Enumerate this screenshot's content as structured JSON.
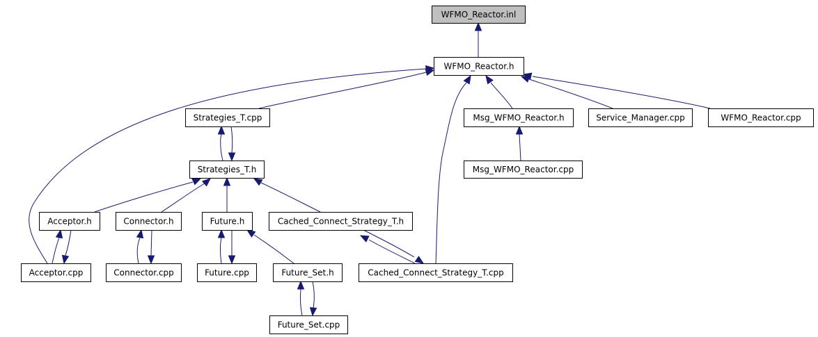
{
  "diagram": {
    "title": "WFMO_Reactor.inl include dependency graph",
    "colors": {
      "edge": "#191970",
      "root_fill": "#bfbfbf",
      "node_fill": "#ffffff",
      "node_border": "#000000"
    },
    "nodes": [
      {
        "id": "wfmo_inl",
        "label": "WFMO_Reactor.inl",
        "root": true
      },
      {
        "id": "wfmo_h",
        "label": "WFMO_Reactor.h"
      },
      {
        "id": "strat_cpp",
        "label": "Strategies_T.cpp"
      },
      {
        "id": "msg_h",
        "label": "Msg_WFMO_Reactor.h"
      },
      {
        "id": "svc_cpp",
        "label": "Service_Manager.cpp"
      },
      {
        "id": "wfmo_cpp",
        "label": "WFMO_Reactor.cpp"
      },
      {
        "id": "strat_h",
        "label": "Strategies_T.h"
      },
      {
        "id": "msg_cpp",
        "label": "Msg_WFMO_Reactor.cpp"
      },
      {
        "id": "acc_h",
        "label": "Acceptor.h"
      },
      {
        "id": "con_h",
        "label": "Connector.h"
      },
      {
        "id": "fut_h",
        "label": "Future.h"
      },
      {
        "id": "ccs_h",
        "label": "Cached_Connect_Strategy_T.h"
      },
      {
        "id": "acc_cpp",
        "label": "Acceptor.cpp"
      },
      {
        "id": "con_cpp",
        "label": "Connector.cpp"
      },
      {
        "id": "fut_cpp",
        "label": "Future.cpp"
      },
      {
        "id": "futset_h",
        "label": "Future_Set.h"
      },
      {
        "id": "ccs_cpp",
        "label": "Cached_Connect_Strategy_T.cpp"
      },
      {
        "id": "futset_cpp",
        "label": "Future_Set.cpp"
      }
    ],
    "edges": [
      {
        "from": "wfmo_h",
        "to": "wfmo_inl"
      },
      {
        "from": "strat_cpp",
        "to": "wfmo_h"
      },
      {
        "from": "acc_cpp",
        "to": "wfmo_h"
      },
      {
        "from": "ccs_cpp",
        "to": "wfmo_h"
      },
      {
        "from": "msg_h",
        "to": "wfmo_h"
      },
      {
        "from": "svc_cpp",
        "to": "wfmo_h"
      },
      {
        "from": "wfmo_cpp",
        "to": "wfmo_h"
      },
      {
        "from": "msg_cpp",
        "to": "msg_h"
      },
      {
        "from": "strat_h",
        "to": "strat_cpp"
      },
      {
        "from": "strat_cpp",
        "to": "strat_h"
      },
      {
        "from": "acc_h",
        "to": "strat_h"
      },
      {
        "from": "con_h",
        "to": "strat_h"
      },
      {
        "from": "fut_h",
        "to": "strat_h"
      },
      {
        "from": "ccs_h",
        "to": "strat_h"
      },
      {
        "from": "acc_cpp",
        "to": "acc_h"
      },
      {
        "from": "acc_h",
        "to": "acc_cpp"
      },
      {
        "from": "con_cpp",
        "to": "con_h"
      },
      {
        "from": "con_h",
        "to": "con_cpp"
      },
      {
        "from": "fut_cpp",
        "to": "fut_h"
      },
      {
        "from": "fut_h",
        "to": "fut_cpp"
      },
      {
        "from": "futset_h",
        "to": "fut_h"
      },
      {
        "from": "ccs_cpp",
        "to": "ccs_h"
      },
      {
        "from": "ccs_h",
        "to": "ccs_cpp"
      },
      {
        "from": "futset_cpp",
        "to": "futset_h"
      },
      {
        "from": "futset_h",
        "to": "futset_cpp"
      }
    ]
  }
}
